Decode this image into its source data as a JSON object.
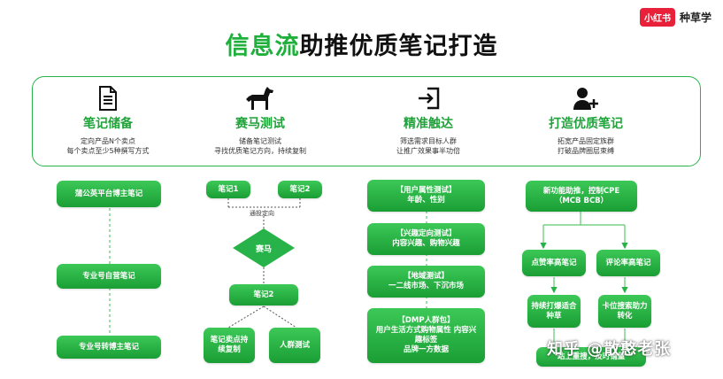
{
  "brand": {
    "badge": "小红书",
    "name": "种草学"
  },
  "title": {
    "highlight": "信息流",
    "rest": "助推优质笔记打造"
  },
  "panel": [
    {
      "icon": "document-icon",
      "title": "笔记储备",
      "desc1": "定向产品N个卖点",
      "desc2": "每个卖点至少5种撰写方式"
    },
    {
      "icon": "horse-icon",
      "title": "赛马测试",
      "desc1": "储备笔记测试",
      "desc2": "寻找优质笔记方向，持续复制"
    },
    {
      "icon": "login-arrow-icon",
      "title": "精准触达",
      "desc1": "筛选需求目标人群",
      "desc2": "让推广效果事半功倍"
    },
    {
      "icon": "add-user-icon",
      "title": "打造优质笔记",
      "desc1": "拓宽产品固定族群",
      "desc2": "打破品牌圈层束缚"
    }
  ],
  "col1": [
    "蒲公英平台博主笔记",
    "专业号自营笔记",
    "专业号转博主笔记"
  ],
  "col2": {
    "note1": "笔记1",
    "note2": "笔记2",
    "label": "通投定向",
    "diamond": "赛马",
    "winner": "笔记2",
    "left": "笔记卖点持续复制",
    "right": "人群测试"
  },
  "col3": [
    {
      "l1": "【用户属性测试】",
      "l2": "年龄、性别"
    },
    {
      "l1": "【兴趣定向测试】",
      "l2": "内容兴趣、购物兴趣"
    },
    {
      "l1": "【地域测试】",
      "l2": "一二线市场、下沉市场"
    },
    {
      "l1": "【DMP人群包】",
      "l2": "用户生活方式购物属性 内容兴趣标签",
      "l3": "品牌一方数据"
    }
  ],
  "col4": {
    "top1": "新功能助推，控制CPE",
    "top2": "（MCB BCB）",
    "left": "点赞率高笔记",
    "right": "评论率高笔记",
    "left2": "持续打爆适合种草",
    "right2": "卡位搜索助力转化",
    "bottom": "站上重搜，及时铺量"
  },
  "watermark": "知乎 @散憨老张",
  "colors": {
    "accent": "#1fb03c",
    "brand": "#e8203a"
  }
}
